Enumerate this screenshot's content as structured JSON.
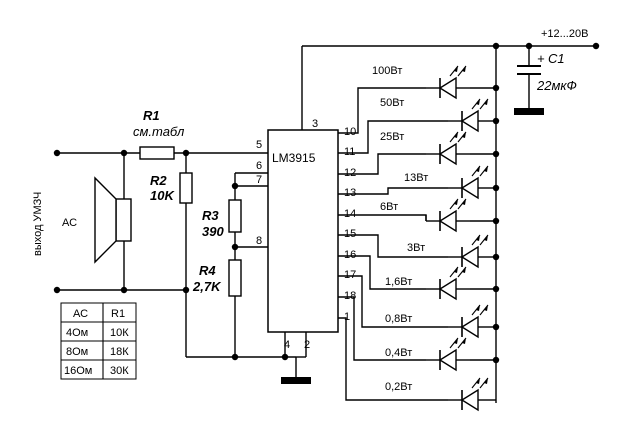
{
  "supply": {
    "label": "+12...20В"
  },
  "capacitor": {
    "name": "C1",
    "polarity": "+",
    "value": "22мкФ"
  },
  "chip": {
    "name": "LM3915",
    "pins": {
      "p5": "5",
      "p6": "6",
      "p7": "7",
      "p8": "8",
      "p3": "3",
      "p4": "4",
      "p2": "2",
      "p10": "10",
      "p11": "11",
      "p12": "12",
      "p13": "13",
      "p14": "14",
      "p15": "15",
      "p16": "16",
      "p17": "17",
      "p18": "18",
      "p1": "1"
    }
  },
  "r1": {
    "name": "R1",
    "value": "см.табл"
  },
  "r2": {
    "name": "R2",
    "value": "10K"
  },
  "r3": {
    "name": "R3",
    "value": "390"
  },
  "r4": {
    "name": "R4",
    "value": "2,7K"
  },
  "speaker": {
    "label": "АС"
  },
  "input_label": "выход УМЗЧ",
  "leds": [
    "100Вт",
    "50Вт",
    "25Вт",
    "13Вт",
    "6Вт",
    "3Вт",
    "1,6Вт",
    "0,8Вт",
    "0,4Вт",
    "0,2Вт"
  ],
  "table": {
    "headers": [
      "АС",
      "R1"
    ],
    "rows": [
      [
        "4Ом",
        "10К"
      ],
      [
        "8Ом",
        "18К"
      ],
      [
        "16Ом",
        "30К"
      ]
    ]
  }
}
